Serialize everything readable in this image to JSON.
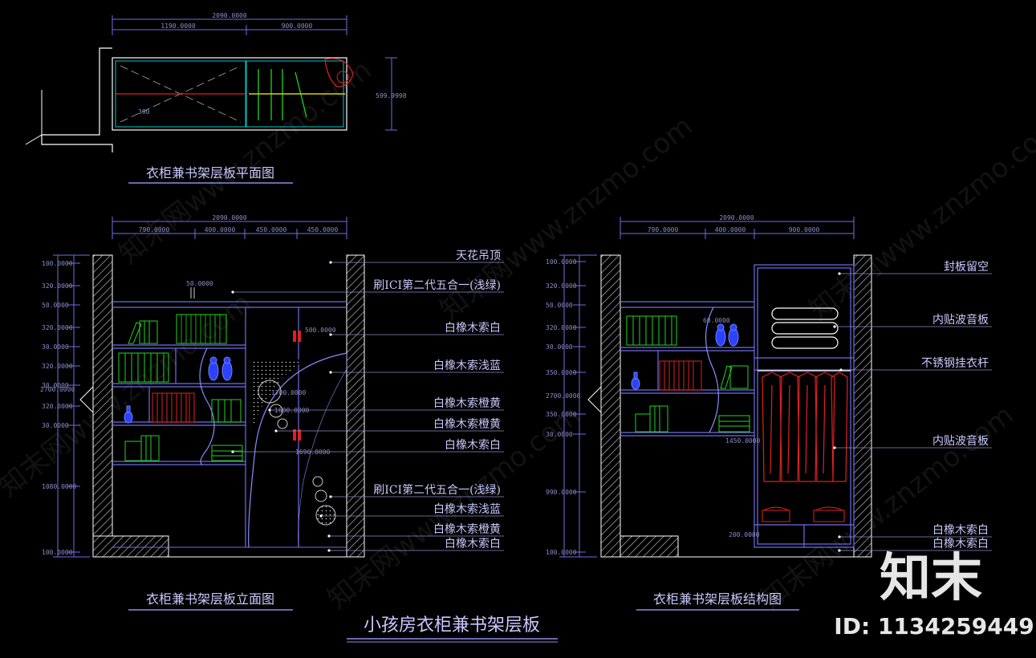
{
  "plan": {
    "title": "衣柜兼书架层板平面图",
    "dims": {
      "total": "2090.0000",
      "left": "1190.0000",
      "right": "900.0000",
      "depth": "599.9998",
      "inner": "300"
    }
  },
  "elevation": {
    "title": "衣柜兼书架层板立面图",
    "dims_top": {
      "total": "2090.0000",
      "d1": "790.0000",
      "d2": "400.0000",
      "d3": "450.0000",
      "d4": "450.0000"
    },
    "dims_left": [
      "100.0000",
      "320.0000",
      "50.0000",
      "320.0000",
      "30.0000",
      "320.0000",
      "30.0000",
      "320.0000",
      "30.0000",
      "1080.0000",
      "100.0000"
    ],
    "total_height": "2700.0000",
    "inner_dims": [
      "50.0000",
      "500.0000",
      "1700.0000",
      "1600.0000",
      "1690.0000"
    ],
    "labels": [
      "天花吊顶",
      "刷ICI第二代五合一(浅绿)",
      "白橡木索白",
      "白橡木索浅蓝",
      "白橡木索橙黄",
      "白橡木索橙黄",
      "白橡木索白",
      "刷ICI第二代五合一(浅绿)",
      "白橡木索浅蓝",
      "白橡木索橙黄",
      "白橡木索白"
    ]
  },
  "structure": {
    "title": "衣柜兼书架层板结构图",
    "dims_top": {
      "total": "2090.0000",
      "d1": "790.0000",
      "d2": "400.0000",
      "d3": "900.0000"
    },
    "dims_left": [
      "100.0000",
      "320.0000",
      "50.0000",
      "320.0000",
      "30.0000",
      "350.0000",
      "350.0000",
      "30.0000",
      "990.0000",
      "100.0000"
    ],
    "total_height": "2700.0000",
    "inner_dims": [
      "60.0000",
      "1450.0000",
      "200.0000"
    ],
    "labels": [
      "封板留空",
      "内贴波音板",
      "不锈钢挂衣杆",
      "内贴波音板",
      "白橡木索白",
      "白橡木索白"
    ]
  },
  "main_title": "小孩房衣柜兼书架层板",
  "watermark": "知末网www.znzmo.com",
  "brand": {
    "logo": "知末",
    "id": "ID: 1134259449"
  },
  "colors": {
    "line": "#6e6ee6",
    "text": "#c8c8ff",
    "books": "#22d322",
    "red": "#e02020",
    "blue": "#2b43ff",
    "cyan": "#00c8c8",
    "white": "#ffffff",
    "yellow": "#d4d400"
  }
}
